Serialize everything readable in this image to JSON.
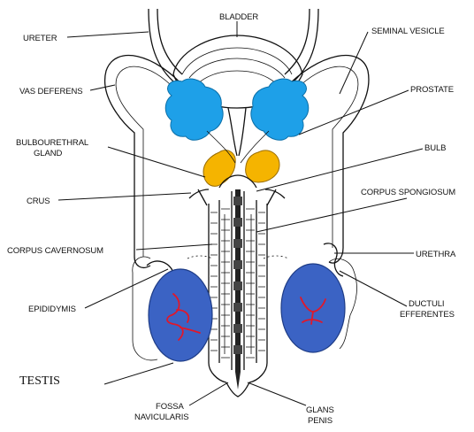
{
  "labels": {
    "ureter": "URETER",
    "bladder": "BLADDER",
    "seminal_vesicle": "SEMINAL VESICLE",
    "vas_deferens": "VAS DEFERENS",
    "prostate": "PROSTATE",
    "bulbourethral_1": "BULBOURETHRAL",
    "bulbourethral_2": "GLAND",
    "bulb": "BULB",
    "crus": "CRUS",
    "corpus_spongiosum": "CORPUS SPONGIOSUM",
    "corpus_cavernosum": "CORPUS CAVERNOSUM",
    "urethra": "URETHRA",
    "epididymis": "EPIDIDYMIS",
    "ductuli_1": "DUCTULI",
    "ductuli_2": "EFFERENTES",
    "testis": "TESTIS",
    "fossa_1": "FOSSA",
    "fossa_2": "NAVICULARIS",
    "glans_1": "GLANS",
    "glans_2": "PENIS"
  },
  "colors": {
    "seminal_vesicle_fill": "#1ea0e8",
    "bulbourethral_fill": "#f5b400",
    "testis_fill": "#3b63c4",
    "testis_marker": "#e0182a",
    "line": "#111111"
  }
}
